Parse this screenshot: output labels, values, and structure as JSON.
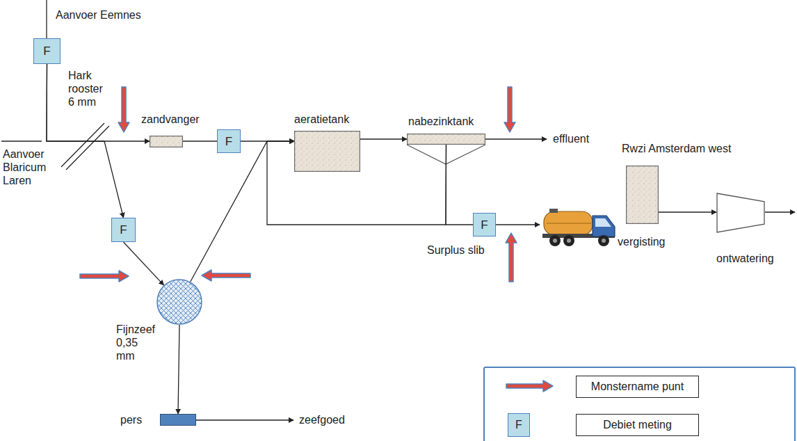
{
  "diagram": {
    "nodes": [
      {
        "text": [
          "F"
        ]
      },
      {
        "text": [
          "zandvanger"
        ]
      },
      {
        "text": [
          "F"
        ]
      },
      {
        "text": [
          "aeratietank"
        ]
      },
      {
        "text": [
          "nabezinktank"
        ]
      },
      {
        "text": [
          "F"
        ]
      },
      {
        "text": [
          "Fijnzeef 0,35 mm"
        ]
      },
      {
        "text": [
          "pers"
        ]
      },
      {
        "text": [
          "F"
        ]
      },
      {
        "text": [
          "Rwzi Amsterdam west",
          "vergisting"
        ]
      },
      {
        "text": [
          "ontwatering"
        ]
      }
    ],
    "edges": [
      {
        "from": 0,
        "to": 1,
        "arrow": "to"
      },
      {
        "from": 0,
        "to": 5,
        "arrow": "to"
      },
      {
        "from": 1,
        "to": 2,
        "arrow": "none"
      },
      {
        "from": 2,
        "to": 3,
        "arrow": "to"
      },
      {
        "from": 3,
        "to": 4,
        "arrow": "to"
      },
      {
        "from": 4,
        "to": 8,
        "arrow": "none"
      },
      {
        "from": 4,
        "to": 3,
        "arrow": "to"
      },
      {
        "from": 5,
        "to": 6,
        "arrow": "to"
      },
      {
        "from": 6,
        "to": 3,
        "arrow": "to"
      },
      {
        "from": 6,
        "to": 7,
        "arrow": "to"
      },
      {
        "from": 9,
        "to": 10,
        "arrow": "to"
      }
    ],
    "labels": [
      "Aanvoer Eemnes",
      "Hark rooster 6 mm",
      "Aanvoer Blaricum Laren",
      "effluent",
      "Surplus slib",
      "zeefgoed",
      "F"
    ],
    "legend": [
      {
        "text": "Monstername punt"
      },
      {
        "text": "Debiet meting"
      }
    ]
  }
}
